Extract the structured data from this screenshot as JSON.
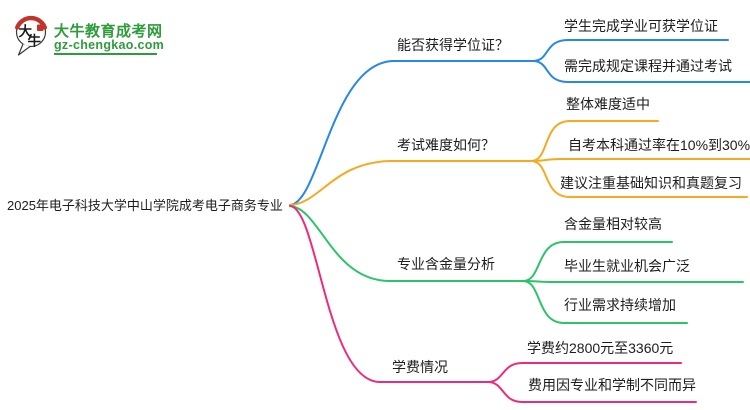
{
  "logo": {
    "icon_char_top": "大",
    "icon_char_bottom": "牛",
    "site_name": "大牛教育成考网",
    "site_domain": "gz-chengkao.com",
    "brand_green": "#2e9b3d",
    "brand_red": "#c4332a"
  },
  "mindmap": {
    "root": {
      "label": "2025年电子科技大学中山学院成考电子商务专业"
    },
    "branches": [
      {
        "label": "能否获得学位证？",
        "color": "#2688e8",
        "children": [
          "学生完成学业可获学位证",
          "需完成规定课程并通过考试"
        ]
      },
      {
        "label": "考试难度如何？",
        "color": "#f7a920",
        "children": [
          "整体难度适中",
          "自考本科通过率在10%到30%",
          "建议注重基础知识和真题复习"
        ]
      },
      {
        "label": "专业含金量分析",
        "color": "#2cc36b",
        "children": [
          "含金量相对较高",
          "毕业生就业机会广泛",
          "行业需求持续增加"
        ]
      },
      {
        "label": "学费情况",
        "color": "#ef2a7b",
        "children": [
          "学费约2800元至3360元",
          "费用因专业和学制不同而异"
        ]
      }
    ]
  },
  "colors": {
    "text": "#1d1d1d",
    "background": "#ffffff"
  }
}
